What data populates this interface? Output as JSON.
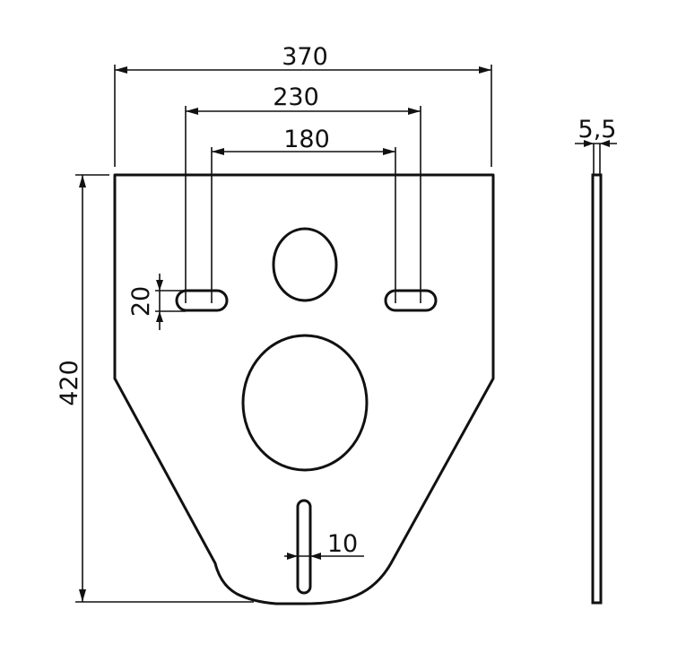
{
  "drawing": {
    "type": "technical-drawing",
    "subject": "sound insulation plate (front view + side profile)",
    "units": "mm",
    "colors": {
      "line": "#111111",
      "background": "#ffffff"
    }
  },
  "dimensions": {
    "overall_width": "370",
    "fixing_distance_outer": "230",
    "fixing_distance_inner": "180",
    "slot_height": "20",
    "overall_height": "420",
    "bottom_slot_width": "10",
    "thickness": "5,5"
  },
  "features": [
    {
      "name": "mounting-slot-left",
      "shape": "horizontal rounded slot"
    },
    {
      "name": "mounting-slot-right",
      "shape": "horizontal rounded slot"
    },
    {
      "name": "upper-opening",
      "shape": "oval"
    },
    {
      "name": "lower-opening",
      "shape": "large round opening"
    },
    {
      "name": "bottom-slot",
      "shape": "vertical rounded slot"
    }
  ]
}
